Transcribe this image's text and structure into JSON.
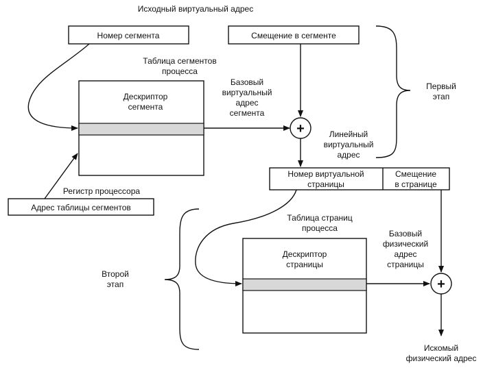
{
  "title": "Исходный виртуальный адрес",
  "segment_number": "Номер сегмента",
  "segment_offset": "Смещение в сегменте",
  "segment_table": [
    "Таблица сегментов",
    "процесса"
  ],
  "segment_descriptor": [
    "Дескриптор",
    "сегмента"
  ],
  "base_virtual_address": [
    "Базовый",
    "виртуальный",
    "адрес",
    "сегмента"
  ],
  "linear_virtual_address": [
    "Линейный",
    "виртуальный",
    "адрес"
  ],
  "first_stage": [
    "Первый",
    "этап"
  ],
  "processor_register": "Регистр процессора",
  "segment_table_address": "Адрес таблицы сегментов",
  "virtual_page_number": [
    "Номер виртуальной",
    "страницы"
  ],
  "page_offset": [
    "Смещение",
    "в странице"
  ],
  "page_table": [
    "Таблица страниц",
    "процесса"
  ],
  "page_descriptor": [
    "Дескриптор",
    "страницы"
  ],
  "base_physical_address": [
    "Базовый",
    "физический",
    "адрес",
    "страницы"
  ],
  "second_stage": [
    "Второй",
    "этап"
  ],
  "target_physical_address": [
    "Искомый",
    "физический адрес"
  ],
  "plus_symbol": "+"
}
